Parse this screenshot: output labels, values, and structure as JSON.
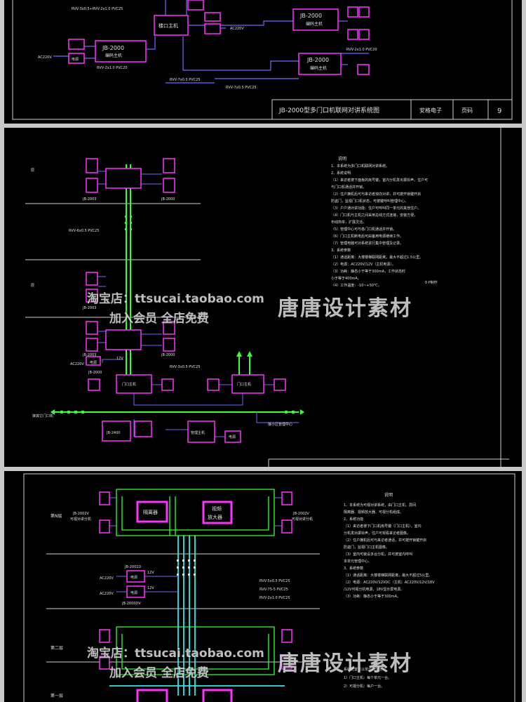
{
  "sheet1": {
    "labels": {
      "center_host": "楼口主机",
      "unit_host_a": "JB-2000",
      "unit_host_a2": "编码主机",
      "unit_host_b": "JB-2000",
      "unit_host_b2": "编码主机",
      "left_host": "JB-2000",
      "left_host2": "编码主机",
      "power": "电源",
      "ac220v": "AC220V",
      "cable_top": "RVV-3x0.5+RVV-2x1.0 PVC25",
      "cable_mid": "RVV-2x1.0 PVC20",
      "cable_low": "RVV-7x0.5  PVC25",
      "cable_low2": "RVV-7x0.5  PVC25",
      "cable_right": "RVV-2x1.0 PVC20"
    },
    "title_block": {
      "title": "JB-2000型多门口机联网对讲系统图",
      "company": "安格电子",
      "code_label": "页码",
      "page": "9"
    }
  },
  "sheet2": {
    "labels": {
      "unit_top": "JB-2003",
      "unit_mid": "JB-2003",
      "unit_low": "JB-2003",
      "cable_main": "RVV-6x0.5 PVC25",
      "cable_branch": "RVV-3x0.5 PVC25",
      "ac220v": "AC220V",
      "v12": "12V",
      "power": "电源",
      "unit_box": "JB-2000",
      "host_left": "门口主机",
      "host_right": "门口主机",
      "pc_unit": "JB-2400",
      "manage": "管理主机",
      "relay": "电源",
      "bus_note": "接其它门口机",
      "right_note": "接小区管理中心",
      "floor_a": "层",
      "floor_b": "层",
      "unit_host_code": "JB-2000",
      "unit_host_code2": "JB-2000"
    },
    "notes": {
      "heading": "说明",
      "lines": [
        "1、本系统为多门口机联网对讲系统。",
        "2、系统说明",
        "（1）来访者按下面板的房号键，室内分机发出振铃声，住户可",
        "    与门口机通话并开锁。",
        "（2）住户摘机后可与来访者双向对讲，并可按开锁键开启",
        "    防盗门，监视门口机状态，可按键呼叫管理中心。",
        "（3）户户通对讲功能：住户可呼叫同一单元的其他住户。",
        "（4）门口机与主机之间采用总线方式连接，安装方便，",
        "    布线简单，扩展灵活。",
        "（5）管理中心可与各门口机通话并开锁。",
        "（6）门口主机断电后可由备用电源继续工作。",
        "（7）管理电脑可对系统进行集中管理及记录。",
        "3、系统参数",
        "（1）通话距离：大楼楼梯联网距离，最大不超过1.5公里。",
        "（2）电源：AC220V/12V（主机电源）。",
        "（3）功耗：静态小于等于300mA，工作状态时",
        "    小于等于400mA。",
        "（4）工作温度：-10~+50℃。"
      ],
      "footer": "0 P制作"
    }
  },
  "sheet3": {
    "labels": {
      "left_monitor": "JB-2002V",
      "left_monitor2": "可视对讲分机",
      "right_monitor": "JB-2002V",
      "right_monitor2": "可视对讲分机",
      "amp": "隔离器",
      "video_amp": "视频",
      "video_amp2": "放大器",
      "floor_n": "第N层",
      "floor_2": "第二层",
      "floor_1": "第一层",
      "power_a": "电源",
      "power_b": "电源",
      "ac220v_a": "AC220V",
      "ac220v_b": "AC220V",
      "v12_a": "12V",
      "v12_b": "12V",
      "host_a": "JB-2001D",
      "host_b": "JB-2000DV",
      "cable_a": "RVV-5x0.5 PVC25",
      "cable_b": "RVV-75-5 PVC25",
      "cable_c": "RVV-2x1.0 PVC25"
    },
    "notes": {
      "heading": "说明",
      "lines": [
        "1、本系统为可视对讲系统，由门口主机、层间",
        "    隔离器、视频放大器、可视分机组成。",
        "2、系统功能",
        "（1）来访者按下门口机房号键（门口主机），室内",
        "    分机发出振铃声，住户可观看来访者图像。",
        "（2）住户摘机后可与来访者通话，并可按开锁键开启",
        "    防盗门，监视门口主机图像。",
        "（3）室内可装设多台分机，并可按室内呼叫",
        "    本单元管理中心。",
        "3、系统参数",
        "（1）通话距离：大楼楼梯联网距离，最大不超过5公里。",
        "（2）电源：AC220V/12VDC（主机）AC220V/12V/18V",
        "    /12V可视分机电源，18V显示屏电源。",
        "（3）功耗：静态小于等于300mA。"
      ],
      "footer_title": "系统配置（以单元为单位）：",
      "footer_lines": [
        "1）门口主机：每个单元一台。",
        "2）可视分机：每户一台。"
      ]
    }
  },
  "watermarks": {
    "shop": "淘宝店：ttsucai.taobao.com",
    "member": "加入会员 全店免费",
    "brand": "唐唐设计素材"
  },
  "colors": {
    "background": "#000000",
    "frame": "#cfcfcf",
    "device": "#ff33ff",
    "wire": "#6a6aff",
    "green": "#33ff33",
    "cyan": "#33e6e6",
    "text": "#e0e0e0"
  }
}
